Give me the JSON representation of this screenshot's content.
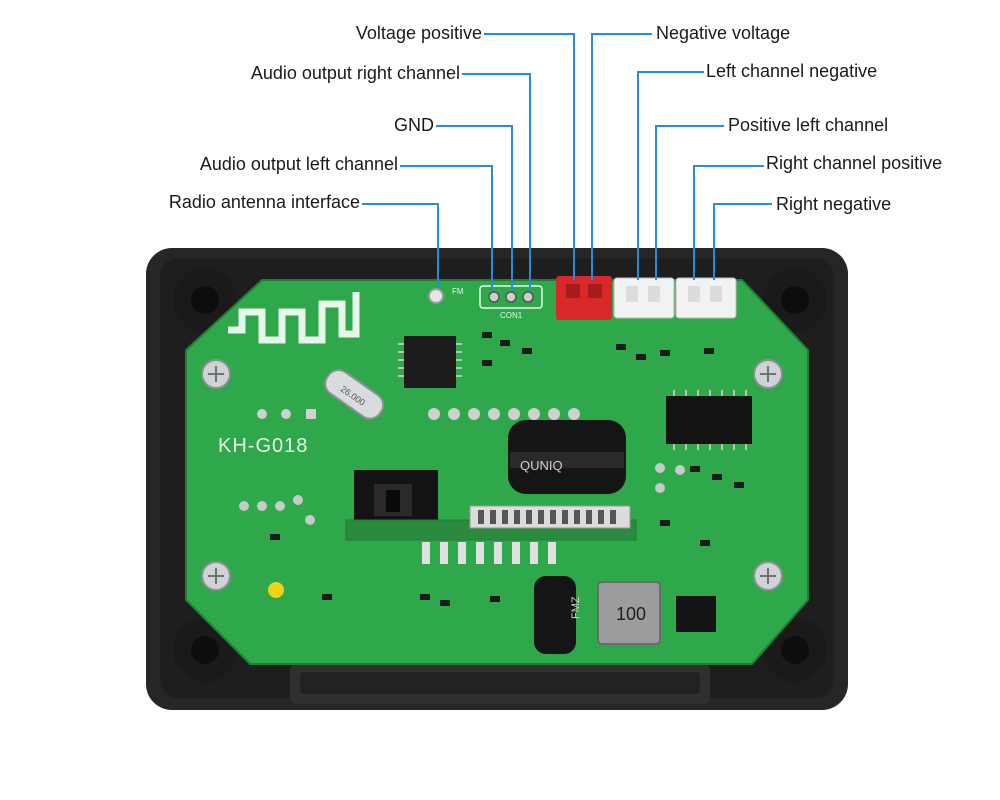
{
  "callouts_left": [
    {
      "id": "voltage-positive",
      "text": "Voltage positive"
    },
    {
      "id": "audio-output-right-channel",
      "text": "Audio output right channel"
    },
    {
      "id": "gnd",
      "text": "GND"
    },
    {
      "id": "audio-output-left-channel",
      "text": "Audio output left channel"
    },
    {
      "id": "radio-antenna-interface",
      "text": "Radio antenna interface"
    }
  ],
  "callouts_right": [
    {
      "id": "negative-voltage",
      "text": "Negative voltage"
    },
    {
      "id": "left-channel-negative",
      "text": "Left channel negative"
    },
    {
      "id": "positive-left-channel",
      "text": "Positive left channel"
    },
    {
      "id": "right-channel-positive",
      "text": "Right channel positive"
    },
    {
      "id": "right-negative",
      "text": "Right negative"
    }
  ],
  "board": {
    "model": "KH-G018",
    "connector_label": "CON1",
    "antenna_label": "FM",
    "crystal_label": "26.000",
    "inductor_label": "100",
    "capacitor_brand": "QUNIQ",
    "capacitor_brand_2": "FMZ"
  },
  "colors": {
    "leader_line": "#2a8ad8",
    "pcb": "#2ea84a",
    "enclosure": "#2b2b2b",
    "red_connector": "#d8282a"
  }
}
